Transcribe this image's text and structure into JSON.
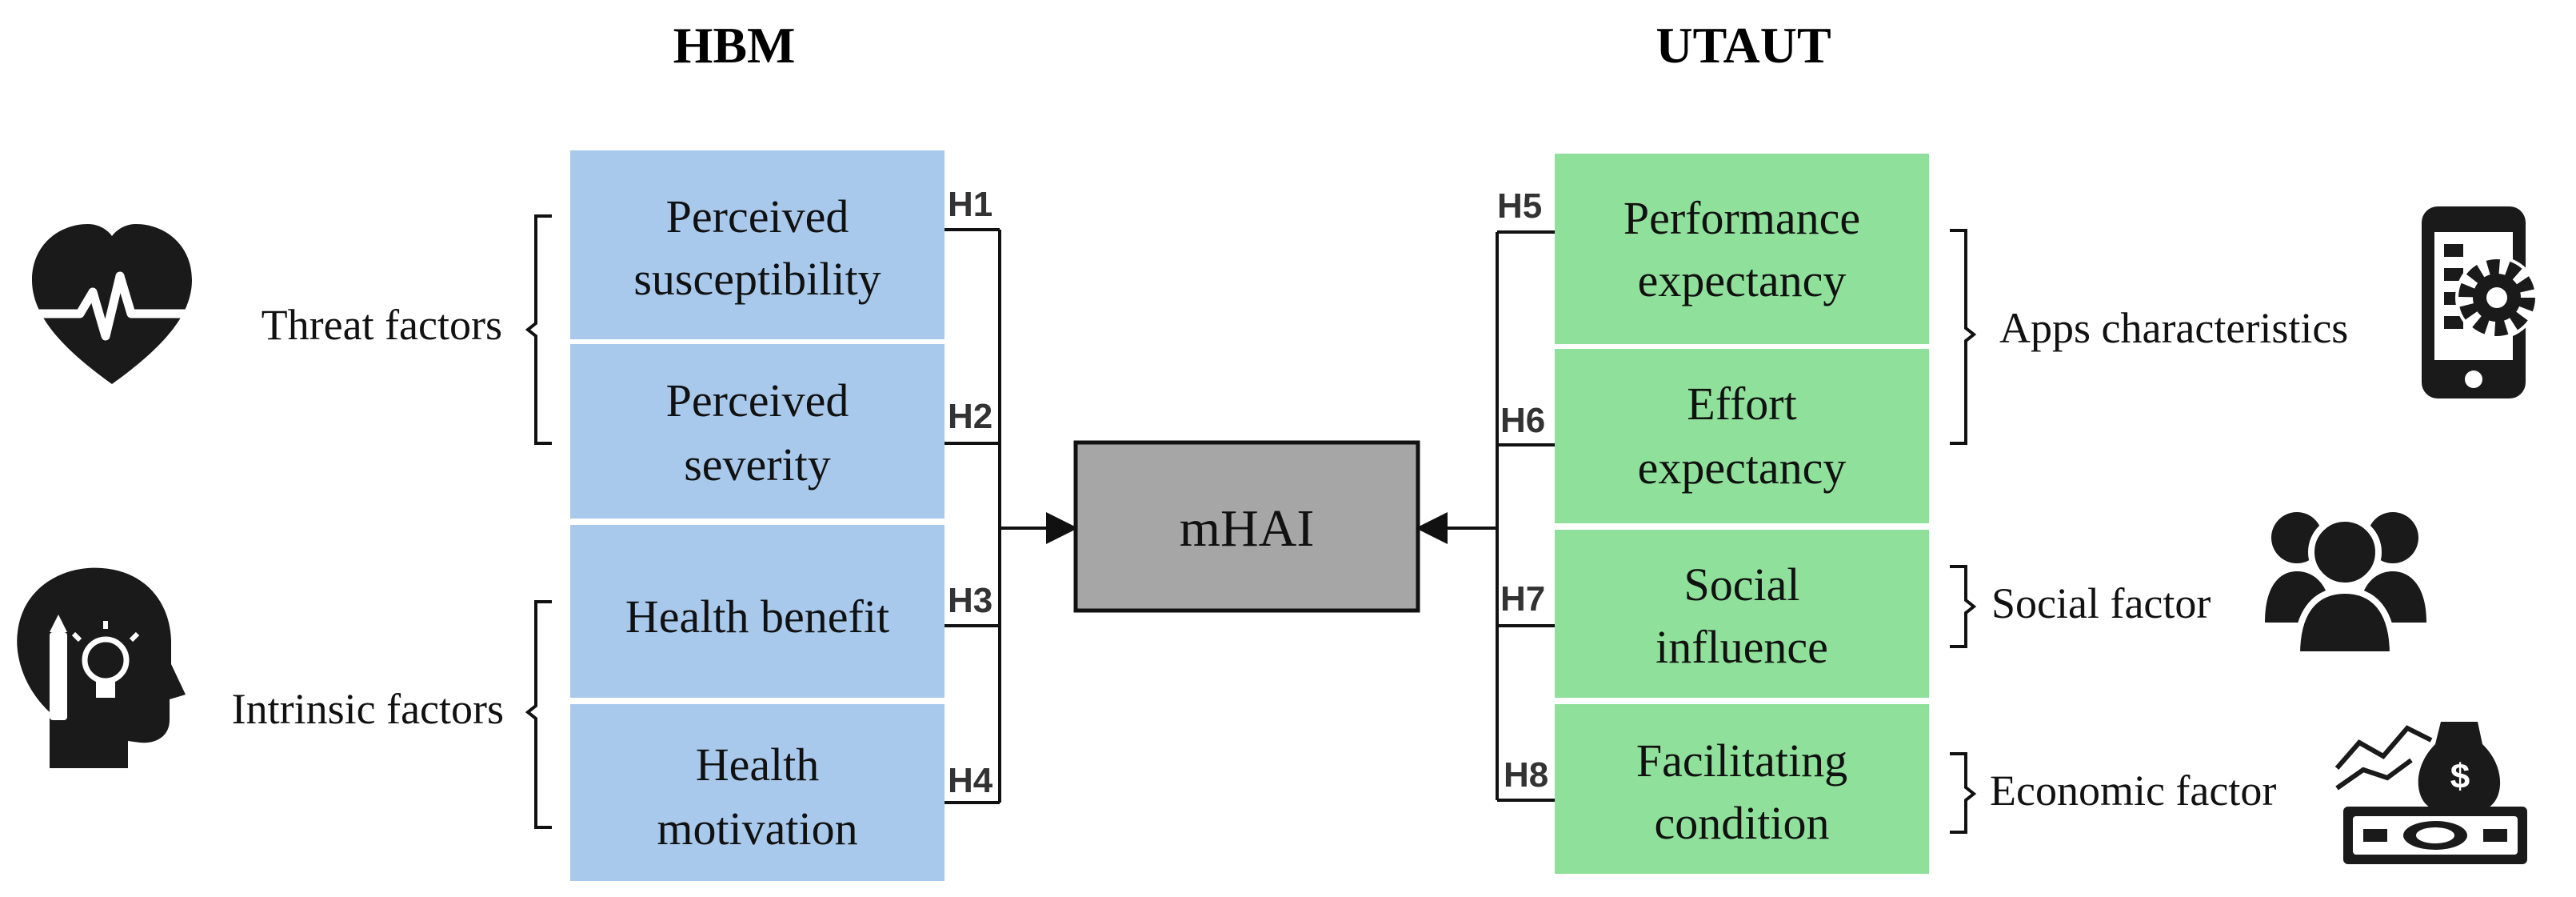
{
  "headings": {
    "left": "HBM",
    "right": "UTAUT"
  },
  "center": {
    "label": "mHAI"
  },
  "colors": {
    "hbm_fill": "#a9c9ec",
    "utaut_fill": "#8fe09a",
    "center_fill": "#a6a6a6",
    "icon": "#1a1a1a"
  },
  "hbm_boxes": [
    {
      "line1": "Perceived",
      "line2": "susceptibility",
      "h": "H1"
    },
    {
      "line1": "Perceived",
      "line2": "severity",
      "h": "H2"
    },
    {
      "line1": "Health benefit",
      "line2": "",
      "h": "H3"
    },
    {
      "line1": "Health",
      "line2": "motivation",
      "h": "H4"
    }
  ],
  "utaut_boxes": [
    {
      "line1": "Performance",
      "line2": "expectancy",
      "h": "H5"
    },
    {
      "line1": "Effort",
      "line2": "expectancy",
      "h": "H6"
    },
    {
      "line1": "Social",
      "line2": "influence",
      "h": "H7"
    },
    {
      "line1": "Facilitating",
      "line2": "condition",
      "h": "H8"
    }
  ],
  "left_groups": [
    {
      "label": "Threat factors",
      "icon": "heart-pulse-icon"
    },
    {
      "label": "Intrinsic factors",
      "icon": "head-lightbulb-icon"
    }
  ],
  "right_groups": [
    {
      "label": "Apps characteristics",
      "icon": "phone-gear-icon"
    },
    {
      "label": "Social factor",
      "icon": "people-group-icon"
    },
    {
      "label": "Economic factor",
      "icon": "money-chart-icon"
    }
  ]
}
